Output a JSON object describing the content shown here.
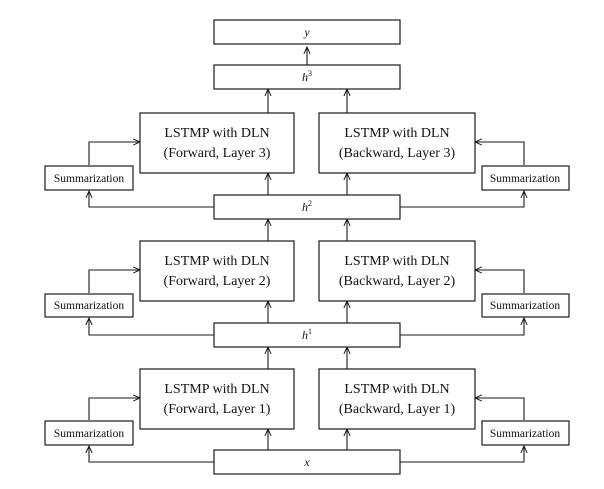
{
  "output": {
    "label": "y"
  },
  "input": {
    "label": "x"
  },
  "hidden": [
    {
      "base": "h",
      "sup": "3"
    },
    {
      "base": "h",
      "sup": "2"
    },
    {
      "base": "h",
      "sup": "1"
    }
  ],
  "layers": [
    {
      "forward": {
        "line1": "LSTMP with DLN",
        "line2": "(Forward, Layer 3)"
      },
      "backward": {
        "line1": "LSTMP with DLN",
        "line2": "(Backward, Layer 3)"
      },
      "sum_left": "Summarization",
      "sum_right": "Summarization"
    },
    {
      "forward": {
        "line1": "LSTMP with DLN",
        "line2": "(Forward, Layer 2)"
      },
      "backward": {
        "line1": "LSTMP with DLN",
        "line2": "(Backward, Layer 2)"
      },
      "sum_left": "Summarization",
      "sum_right": "Summarization"
    },
    {
      "forward": {
        "line1": "LSTMP with DLN",
        "line2": "(Forward, Layer 1)"
      },
      "backward": {
        "line1": "LSTMP with DLN",
        "line2": "(Backward, Layer 1)"
      },
      "sum_left": "Summarization",
      "sum_right": "Summarization"
    }
  ]
}
